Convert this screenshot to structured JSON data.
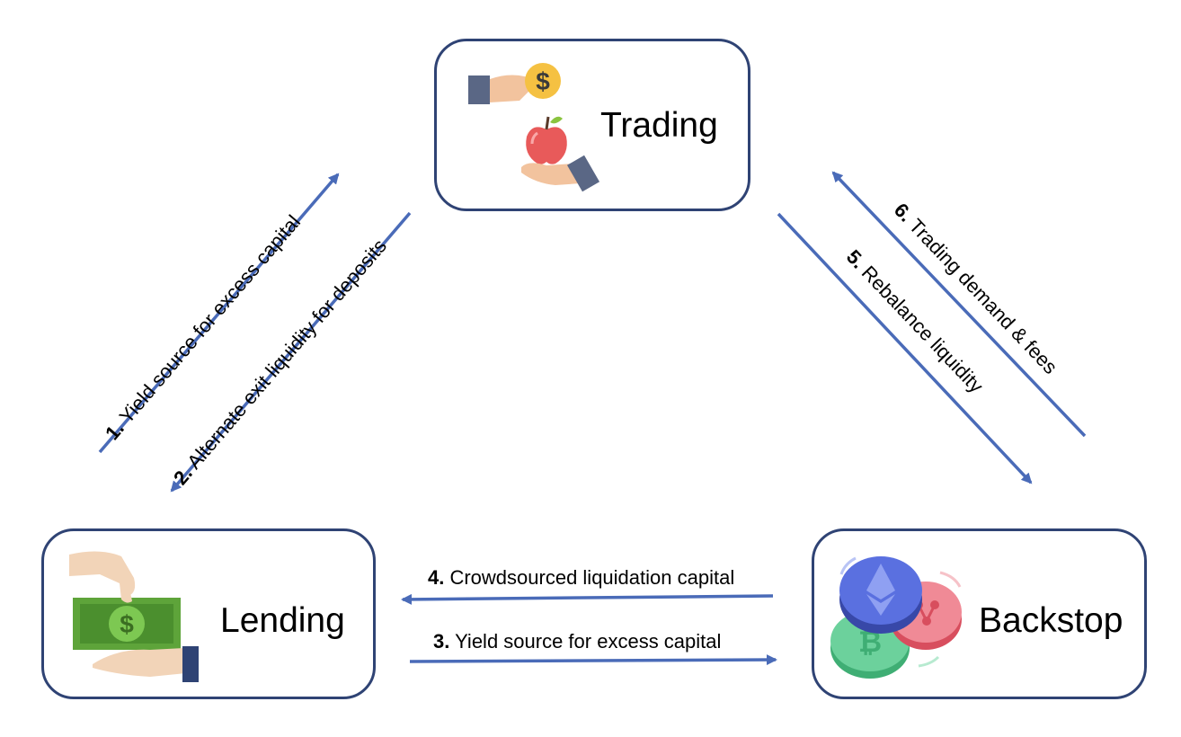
{
  "nodes": {
    "trading": {
      "label": "Trading"
    },
    "lending": {
      "label": "Lending"
    },
    "backstop": {
      "label": "Backstop"
    }
  },
  "edges": [
    {
      "id": "e1",
      "num": "1.",
      "text": " Yield source for excess capital"
    },
    {
      "id": "e2",
      "num": "2.",
      "text": " Alternate exit liquidity for deposits"
    },
    {
      "id": "e3",
      "num": "3.",
      "text": " Yield source for excess capital"
    },
    {
      "id": "e4",
      "num": "4.",
      "text": " Crowdsourced liquidation capital"
    },
    {
      "id": "e5",
      "num": "5.",
      "text": " Rebalance liquidity"
    },
    {
      "id": "e6",
      "num": "6.",
      "text": " Trading demand & fees"
    }
  ],
  "colors": {
    "arrow": "#4a6bb8",
    "box_border": "#2f4374"
  },
  "icons": {
    "trading": "hand-coin-apple-icon",
    "lending": "hand-banknote-icon",
    "backstop": "crypto-coins-icon"
  }
}
